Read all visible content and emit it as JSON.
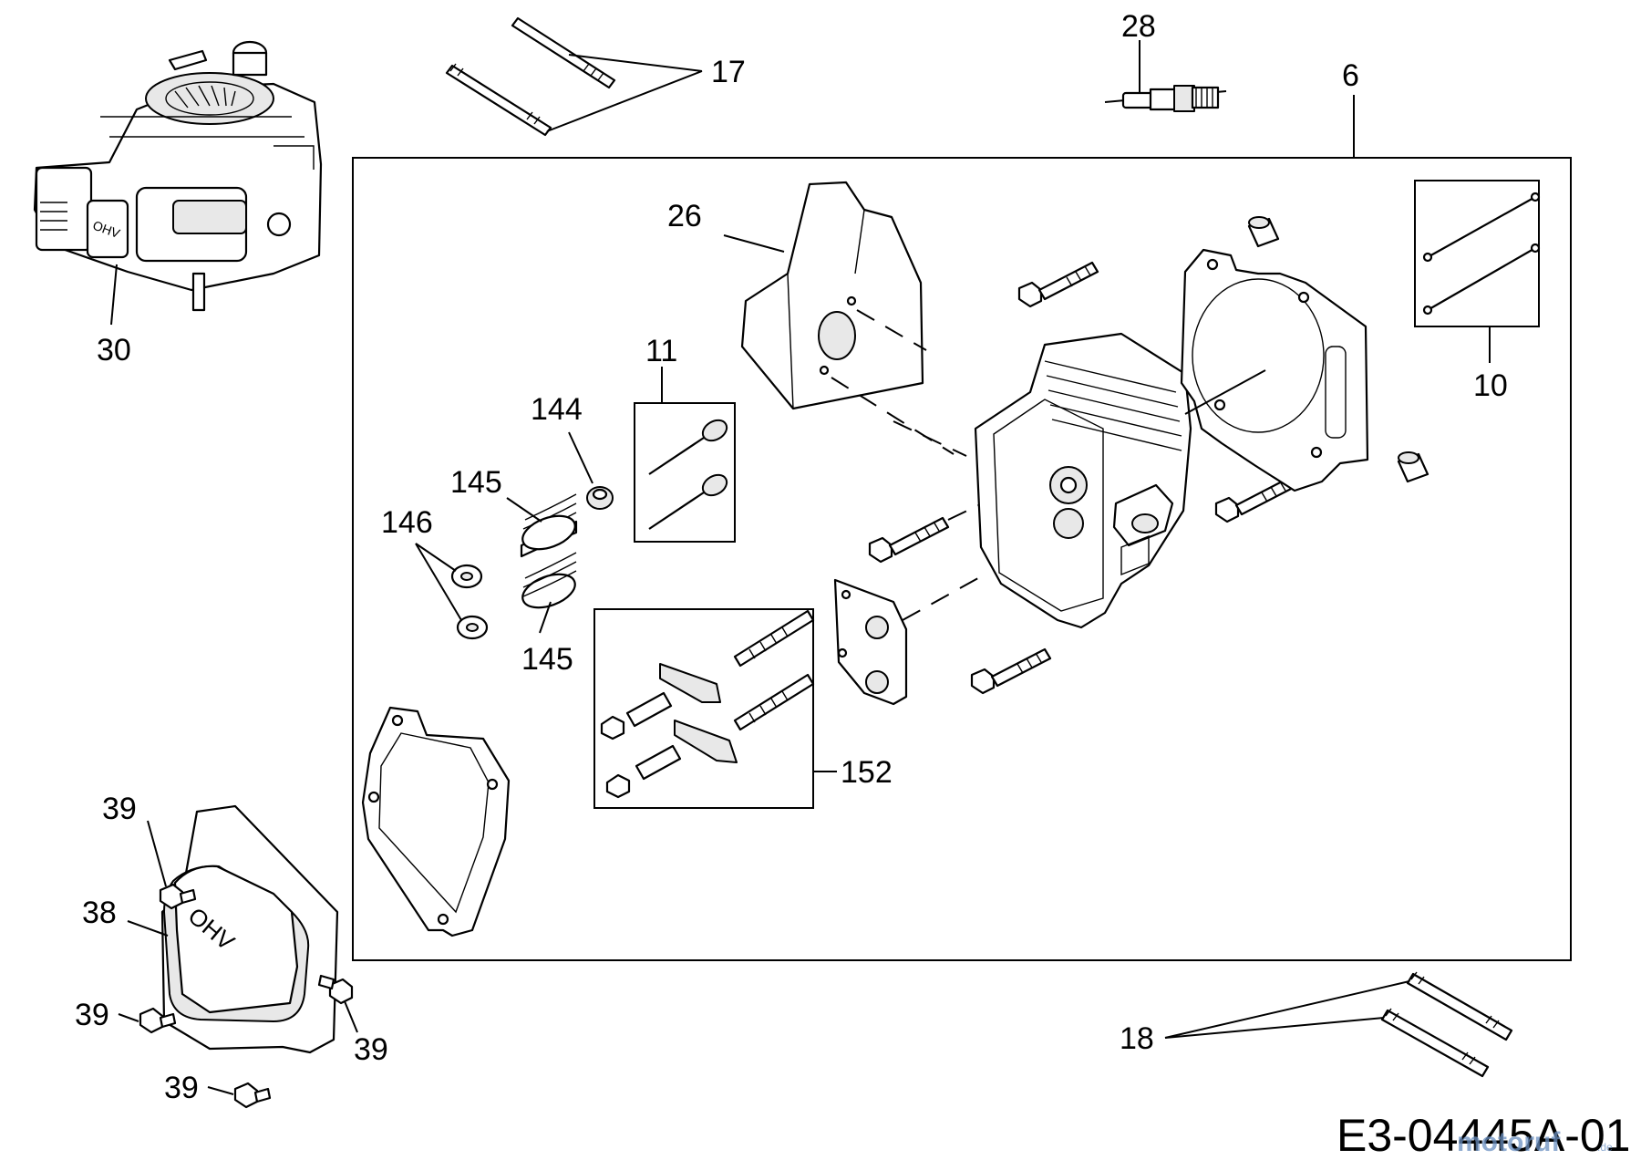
{
  "diagram": {
    "drawing_code": "E3-04445A-01",
    "watermark": "motoruf",
    "watermark_suffix": ".de",
    "callouts": {
      "c17": "17",
      "c28": "28",
      "c6": "6",
      "c26": "26",
      "c30": "30",
      "c11": "11",
      "c10": "10",
      "c144": "144",
      "c145a": "145",
      "c145b": "145",
      "c146": "146",
      "c152": "152",
      "c39a": "39",
      "c39b": "39",
      "c39c": "39",
      "c39d": "39",
      "c38": "38",
      "c18": "18"
    },
    "cover_marking": "OHV",
    "engine_marking": "OHV"
  }
}
